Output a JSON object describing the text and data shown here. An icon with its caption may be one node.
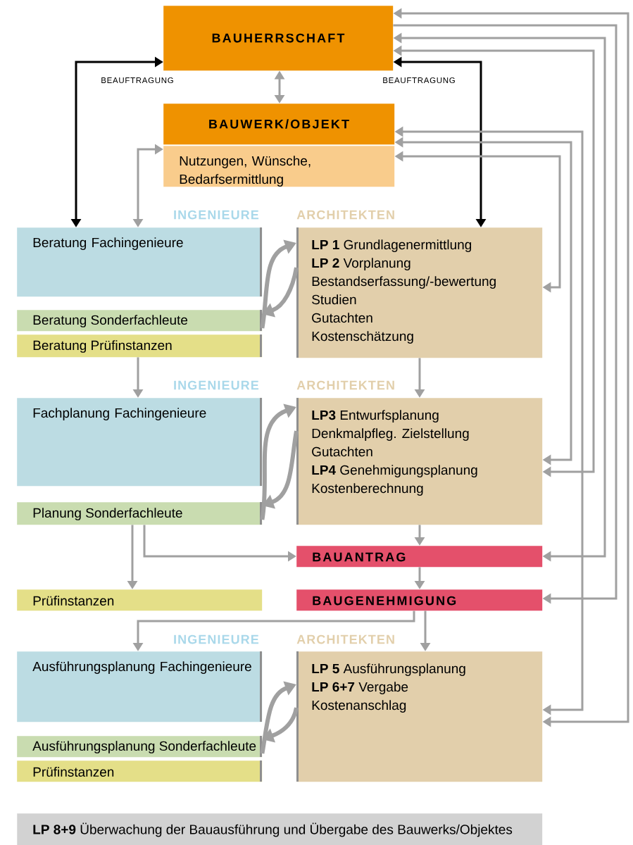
{
  "diagram": {
    "nodes": [
      {
        "text": [
          "BAUHERRSCHAFT"
        ]
      },
      {
        "text": [
          "BAUWERK/OBJEKT"
        ]
      },
      {
        "text": [
          "Nutzungen, Wünsche, Bedarfsermittlung"
        ]
      },
      {
        "text": [
          "Beratung Fachingenieure"
        ]
      },
      {
        "text": [
          "**LP 1** Grundlagenermittlung",
          "**LP 2** Vorplanung",
          "Bestandserfassung/-bewertung",
          "Studien",
          "Gutachten",
          "Kostenschätzung"
        ]
      },
      {
        "text": [
          "Beratung Sonderfachleute"
        ]
      },
      {
        "text": [
          "Beratung Prüfinstanzen"
        ]
      },
      {
        "text": [
          "Fachplanung Fachingenieure"
        ]
      },
      {
        "text": [
          "**LP3** Entwurfsplanung",
          "Denkmalpfleg. Zielstellung",
          "Gutachten",
          "**LP4** Genehmigungsplanung",
          "Kostenberechnung"
        ]
      },
      {
        "text": [
          "Planung Sonderfachleute"
        ]
      },
      {
        "text": [
          "BAUANTRAG"
        ]
      },
      {
        "text": [
          "Prüfinstanzen"
        ]
      },
      {
        "text": [
          "BAUGENEHMIGUNG"
        ]
      },
      {
        "text": [
          "Ausführungsplanung Fachingenieure"
        ]
      },
      {
        "text": [
          "**LP 5** Ausführungsplanung",
          "**LP 6+7** Vergabe",
          "Kostenanschlag"
        ]
      },
      {
        "text": [
          "Ausführungsplanung Sonderfachleute"
        ]
      },
      {
        "text": [
          "Prüfinstanzen"
        ]
      },
      {
        "text": [
          "**LP 8+9** Überwachung der Bauausführung und Übergabe des Bauwerks/Objektes"
        ]
      }
    ],
    "edges": [
      {
        "from": 0,
        "to": 1,
        "arrow": "both"
      },
      {
        "from": 3,
        "to": 0,
        "arrow": "both",
        "label": "BEAUFTRAGUNG",
        "color": "#000000"
      },
      {
        "from": 4,
        "to": 0,
        "arrow": "both",
        "label": "BEAUFTRAGUNG",
        "color": "#000000"
      },
      {
        "from": 3,
        "to": 2,
        "arrow": "both"
      },
      {
        "from": 14,
        "to": 0,
        "arrow": "both"
      },
      {
        "from": 0,
        "to": 12,
        "arrow": "to"
      },
      {
        "from": 10,
        "to": 0,
        "arrow": "both"
      },
      {
        "from": 8,
        "to": 0,
        "arrow": "both"
      },
      {
        "from": 14,
        "to": 1,
        "arrow": "both"
      },
      {
        "from": 8,
        "to": 1,
        "arrow": "both"
      },
      {
        "from": 4,
        "to": 2,
        "arrow": "both"
      },
      {
        "from": 6,
        "to": 7,
        "arrow": "to"
      },
      {
        "from": 4,
        "to": 8,
        "arrow": "to"
      },
      {
        "from": 9,
        "to": 11,
        "arrow": "to"
      },
      {
        "from": 9,
        "to": 10,
        "arrow": "to"
      },
      {
        "from": 8,
        "to": 10,
        "arrow": "to"
      },
      {
        "from": 10,
        "to": 12,
        "arrow": "to"
      },
      {
        "from": 12,
        "to": 13,
        "arrow": "to"
      },
      {
        "from": 12,
        "to": 14,
        "arrow": "to"
      },
      {
        "from": 5,
        "to": 4,
        "arrow": "to",
        "style": "thick"
      },
      {
        "from": 4,
        "to": 5,
        "arrow": "to",
        "style": "thick"
      },
      {
        "from": 9,
        "to": 8,
        "arrow": "to",
        "style": "thick"
      },
      {
        "from": 8,
        "to": 9,
        "arrow": "to",
        "style": "thick"
      },
      {
        "from": 15,
        "to": 14,
        "arrow": "to",
        "style": "thick"
      },
      {
        "from": 14,
        "to": 15,
        "arrow": "to",
        "style": "thick"
      }
    ],
    "labels": [
      "INGENIEURE",
      "ARCHITEKTEN",
      "INGENIEURE",
      "ARCHITEKTEN",
      "INGENIEURE",
      "ARCHITEKTEN"
    ]
  }
}
